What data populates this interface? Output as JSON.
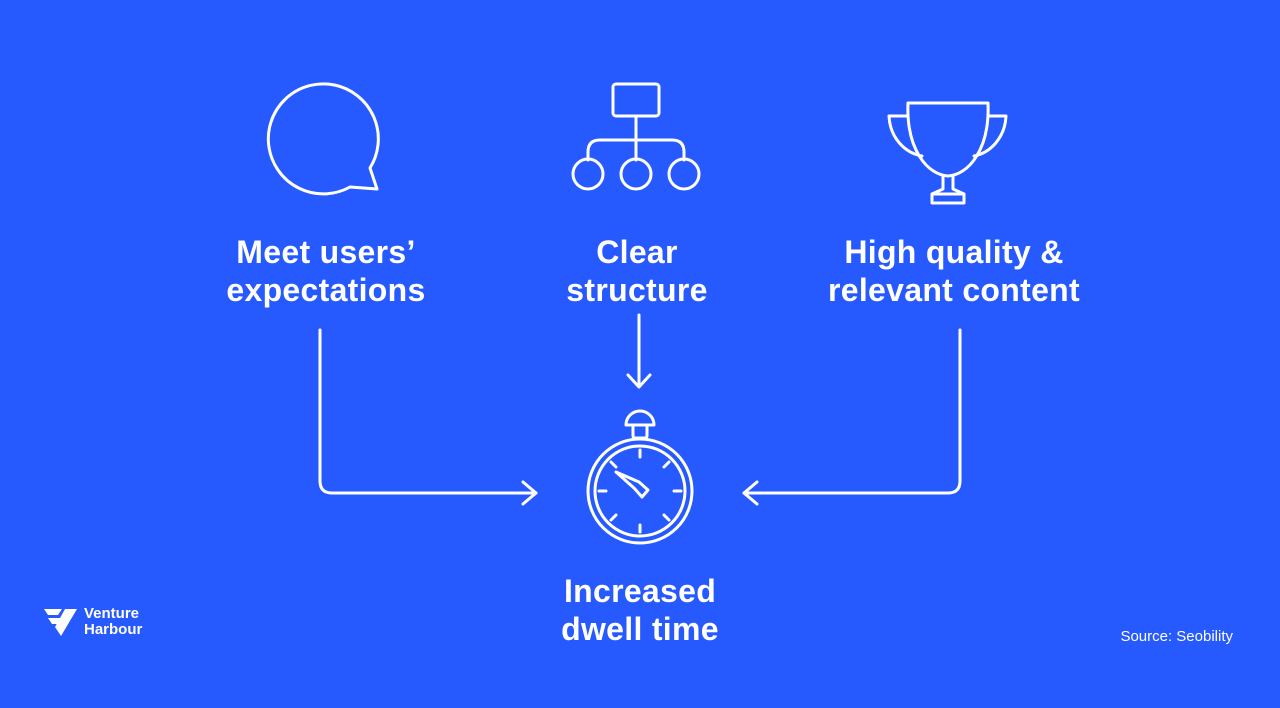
{
  "nodes": {
    "users": {
      "line1": "Meet users’",
      "line2": "expectations",
      "icon": "speech-bubble-icon"
    },
    "structure": {
      "line1": "Clear",
      "line2": "structure",
      "icon": "hierarchy-icon"
    },
    "quality": {
      "line1": "High quality &",
      "line2": "relevant content",
      "icon": "trophy-icon"
    },
    "result": {
      "line1": "Increased",
      "line2": "dwell time",
      "icon": "stopwatch-icon"
    }
  },
  "brand": {
    "line1": "Venture",
    "line2": "Harbour",
    "icon": "venture-harbour-logo"
  },
  "source": "Source: Seobility",
  "colors": {
    "background": "#2659fe",
    "foreground": "#ffffff"
  }
}
